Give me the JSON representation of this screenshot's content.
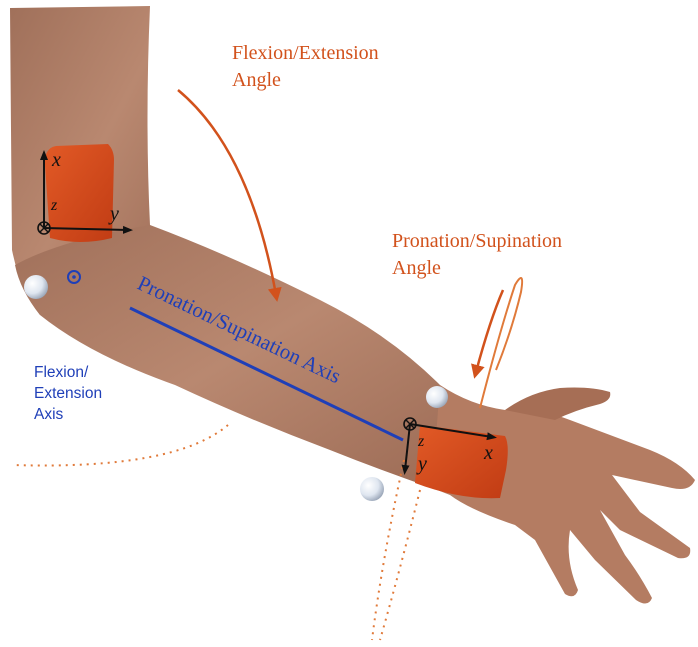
{
  "labels": {
    "flexion_angle": [
      "Flexion/Extension",
      "Angle"
    ],
    "pronation_angle": [
      "Pronation/Supination",
      "Angle"
    ],
    "flexion_axis": [
      "Flexion/",
      "Extension",
      "Axis"
    ],
    "pronation_axis": "Pronation/Supination Axis"
  },
  "upper_sensor_axes": {
    "vertical": "x",
    "horizontal": "y",
    "out_of_plane": "z"
  },
  "wrist_sensor_axes": {
    "horizontal": "x",
    "vertical": "y",
    "out_of_plane": "z"
  },
  "colors": {
    "angle_label": "#d2521c",
    "axis_label": "#1f3fb8",
    "sensor": "#d8491e",
    "skin": "#b07a60",
    "marker": "#eef2f8"
  }
}
